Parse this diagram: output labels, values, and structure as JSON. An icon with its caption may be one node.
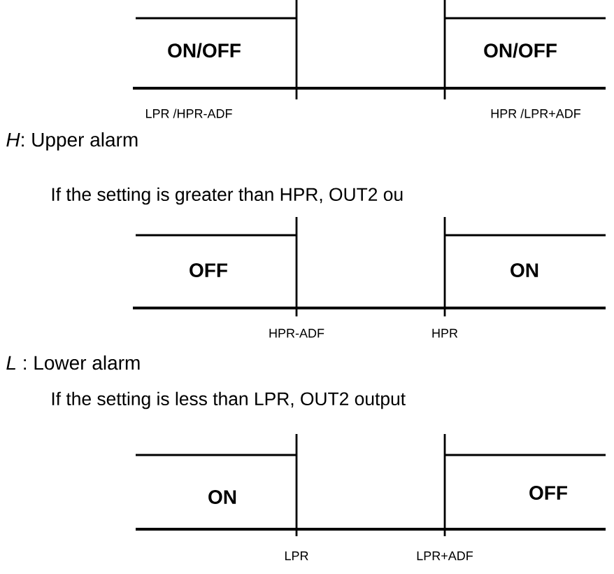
{
  "diagram": {
    "labels": [
      "ON/OFF",
      "ON/OFF",
      "LPR /HPR-ADF",
      "HPR /LPR+ADF",
      "*H*: Upper alarm",
      "If the setting is greater than HPR, OUT2 ou",
      "OFF",
      "ON",
      "HPR-ADF",
      "HPR",
      "*L* : Lower alarm",
      "If the setting is less than LPR, OUT2 output",
      "ON",
      "OFF",
      "LPR",
      "LPR+ADF"
    ]
  }
}
